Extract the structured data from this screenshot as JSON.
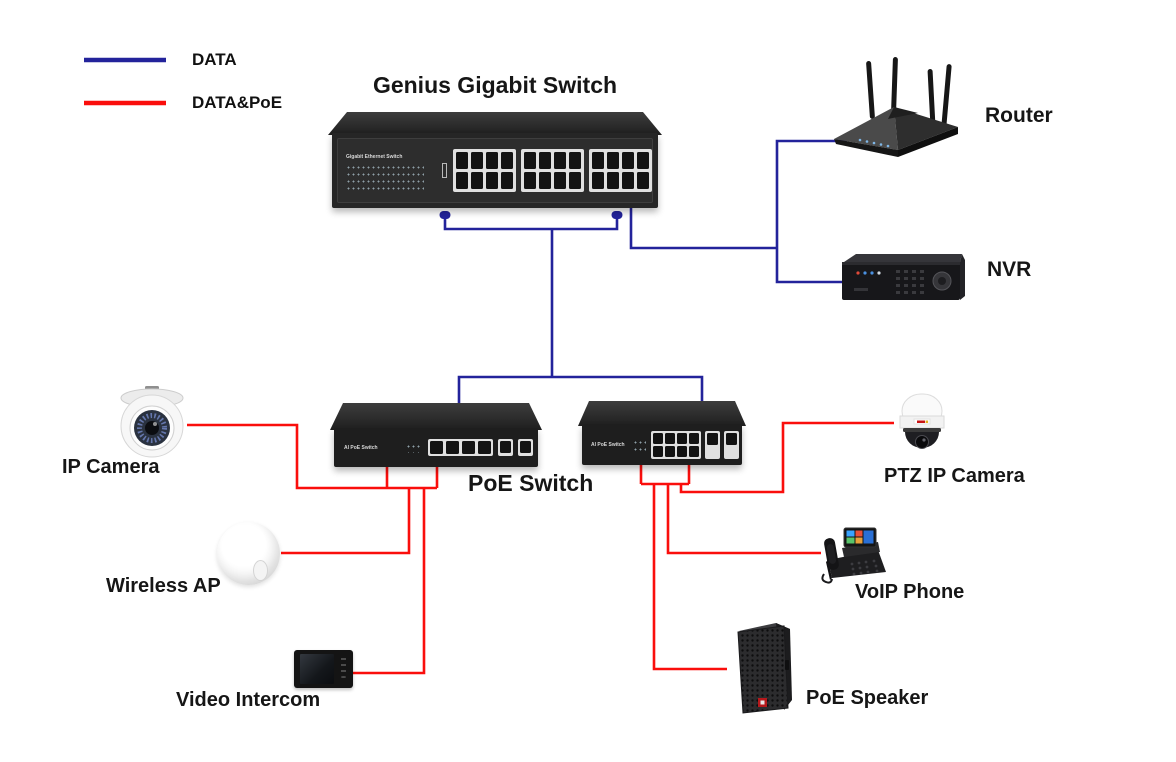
{
  "legend": {
    "items": [
      {
        "name": "data",
        "label": "DATA",
        "color": "#23239b"
      },
      {
        "name": "data-poe",
        "label": "DATA&PoE",
        "color": "#fa0e0c"
      }
    ]
  },
  "devices": {
    "gigabit_switch": {
      "label": "Genius Gigabit Switch",
      "panel_text": "Gigabit Ethernet Switch"
    },
    "router": {
      "label": "Router"
    },
    "nvr": {
      "label": "NVR"
    },
    "poe_switch_left": {
      "panel_text": "AI PoE Switch"
    },
    "poe_switch_right": {
      "panel_text": "AI PoE Switch"
    },
    "poe_switch": {
      "label": "PoE Switch"
    },
    "ip_camera": {
      "label": "IP Camera"
    },
    "wireless_ap": {
      "label": "Wireless AP"
    },
    "video_intercom": {
      "label": "Video Intercom"
    },
    "ptz_camera": {
      "label": "PTZ IP Camera"
    },
    "voip_phone": {
      "label": "VoIP Phone"
    },
    "poe_speaker": {
      "label": "PoE Speaker"
    }
  }
}
